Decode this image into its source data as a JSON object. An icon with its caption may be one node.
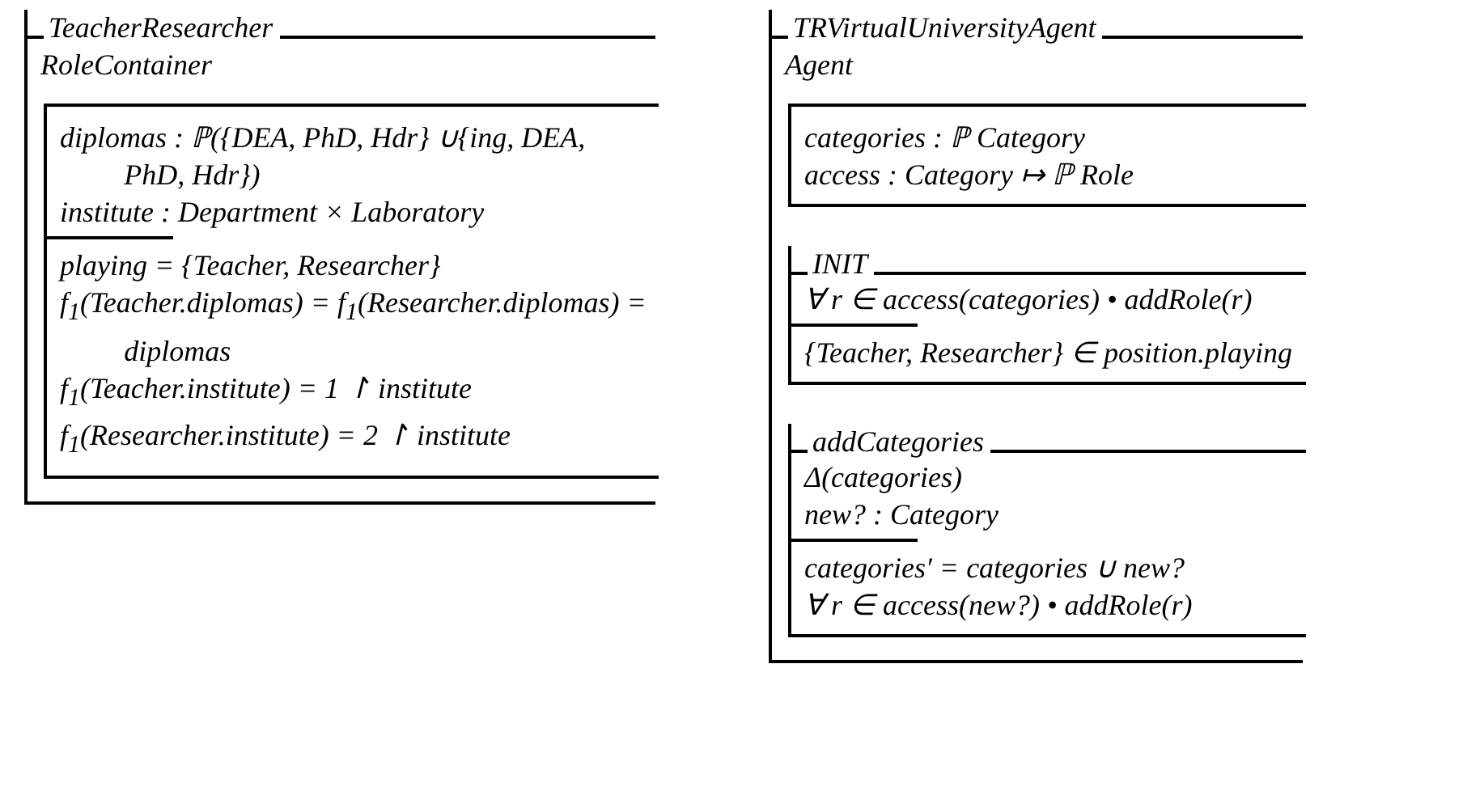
{
  "diagram": {
    "nodes": [
      {
        "text": [
          "TeacherResearcher",
          "RoleContainer"
        ]
      },
      {
        "text": [
          "diplomas : ℙ({DEA, PhD, Hdr} ∪{ing, DEA, PhD, Hdr})",
          "institute : Department × Laboratory",
          "playing = {Teacher, Researcher}",
          "f$_{1}$(Teacher.diplomas) = f$_{1}$(Researcher.diplomas) = diplomas",
          "f$_{1}$(Teacher.institute) = 1 ↾ institute",
          "f$_{1}$(Researcher.institute) = 2 ↾ institute"
        ],
        "in": 0
      },
      {
        "text": [
          "TRVirtualUniversityAgent",
          "Agent"
        ]
      },
      {
        "text": [
          "categories : ℙ Category",
          "access : Category ↦ ℙ Role"
        ],
        "in": 2
      },
      {
        "text": [
          "INIT",
          "∀ r ∈ access(categories) • addRole(r)",
          "{Teacher, Researcher} ∈ position.playing"
        ],
        "in": 2
      },
      {
        "text": [
          "addCategories",
          "Δ(categories)",
          "new? : Category",
          "categories′ = categories ∪ new?",
          "∀ r ∈ access(new?) • addRole(r)"
        ],
        "in": 2
      }
    ]
  }
}
